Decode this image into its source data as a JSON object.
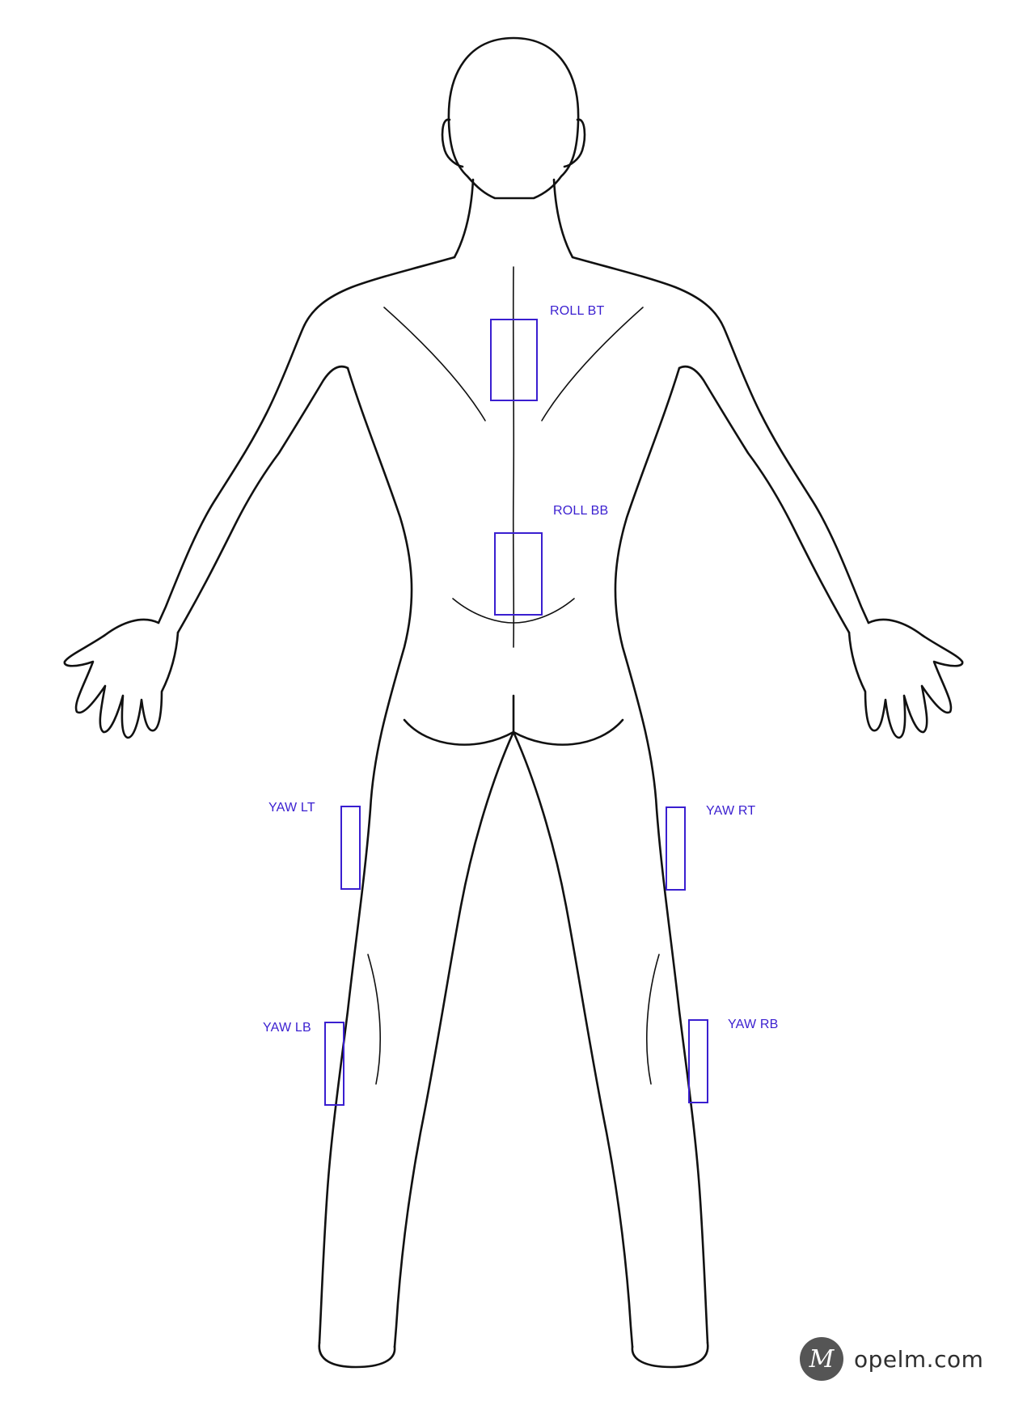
{
  "zones": [
    {
      "id": "roll-bt",
      "label": "ROLL BT"
    },
    {
      "id": "roll-bb",
      "label": "ROLL BB"
    },
    {
      "id": "yaw-lt",
      "label": "YAW LT"
    },
    {
      "id": "yaw-rt",
      "label": "YAW RT"
    },
    {
      "id": "yaw-lb",
      "label": "YAW LB"
    },
    {
      "id": "yaw-rb",
      "label": "YAW RB"
    }
  ],
  "watermark": {
    "text": "opelm.com",
    "logo_letter": "M"
  },
  "colors": {
    "marker": "#3a1fd0",
    "outline": "#111111",
    "background": "#ffffff",
    "logo": "#555555"
  }
}
